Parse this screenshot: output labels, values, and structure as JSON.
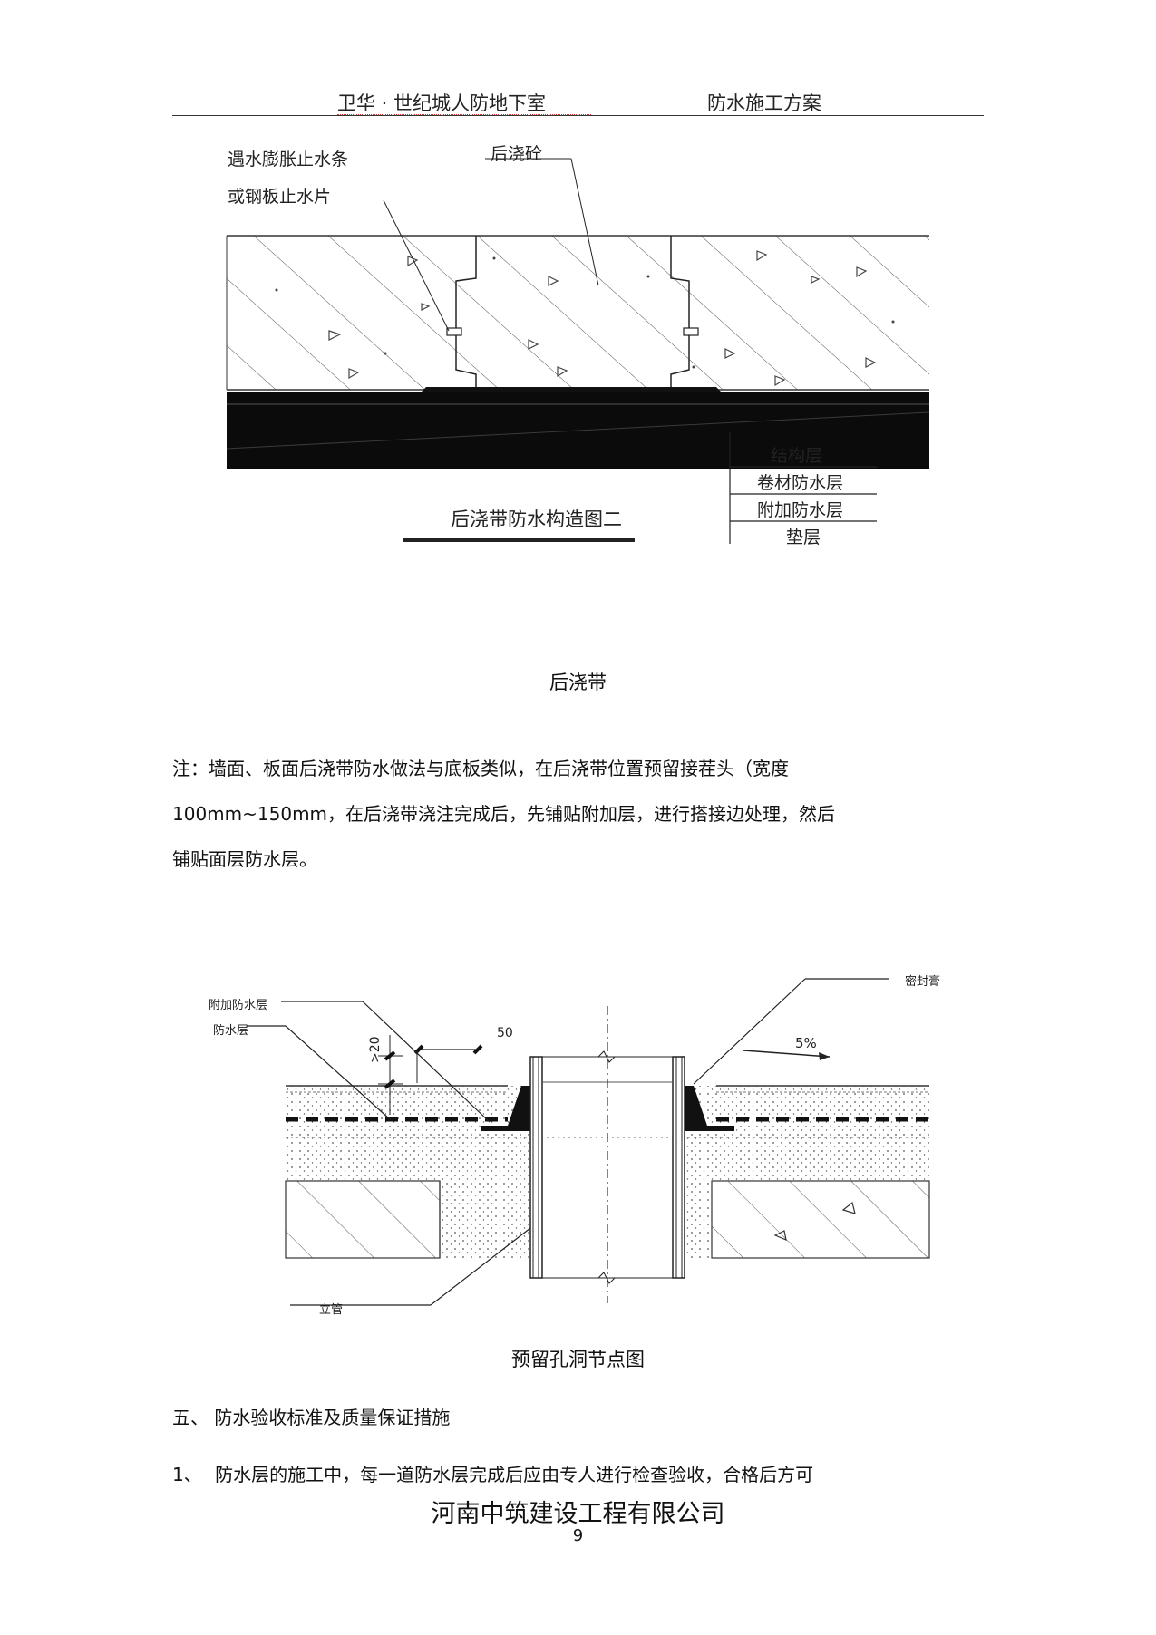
{
  "header": {
    "left_title": "卫华 · 世纪城人防地下室",
    "right_title": "防水施工方案"
  },
  "figure1": {
    "labels": {
      "water_stop_line1": "遇水膨胀止水条",
      "water_stop_line2": "或钢板止水片",
      "post_cast_concrete": "后浇砼",
      "layer_structure": "结构层",
      "layer_membrane": "卷材防水层",
      "layer_additional": "附加防水层",
      "layer_cushion": "垫层",
      "drawing_title": "后浇带防水构造图二"
    },
    "caption": "后浇带"
  },
  "note": {
    "line1": "注：墙面、板面后浇带防水做法与底板类似，在后浇带位置预留接茬头（宽度",
    "line2": "100mm~150mm，在后浇带浇注完成后，先铺贴附加层，进行搭接边处理，然后",
    "line3": "铺贴面层防水层。"
  },
  "figure2": {
    "labels": {
      "sealant": "密封膏",
      "additional_layer": "附加防水层",
      "waterproof_layer": "防水层",
      "pipe": "立管",
      "dim_50": "50",
      "dim_20": ">20",
      "slope": "5%"
    },
    "caption": "预留孔洞节点图"
  },
  "section5": {
    "heading": "五、  防水验收标准及质量保证措施",
    "item1_num": "1、",
    "item1_text": "防水层的施工中，每一道防水层完成后应由专人进行检查验收，合格后方可"
  },
  "footer": {
    "company": "河南中筑建设工程有限公司",
    "page_number": "9"
  }
}
